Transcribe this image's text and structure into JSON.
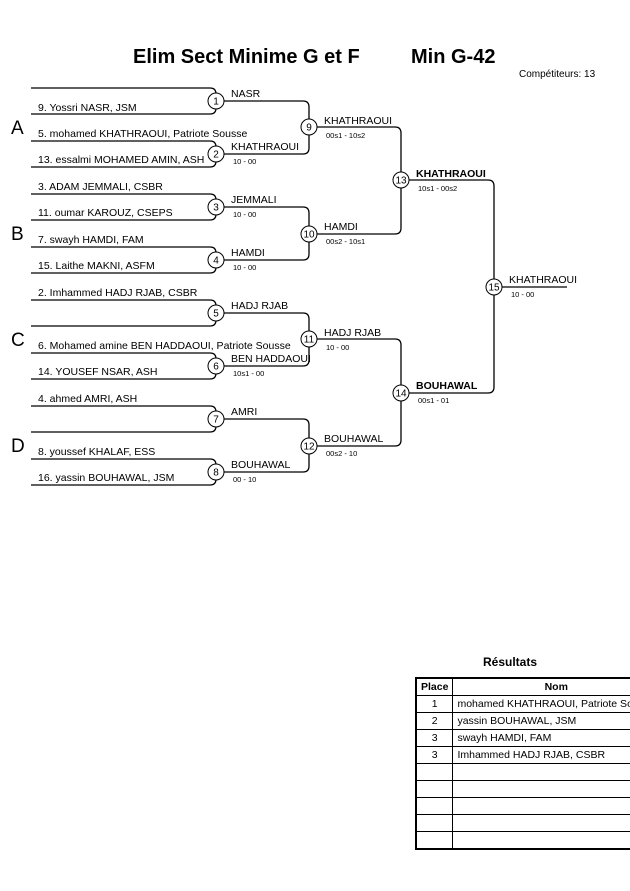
{
  "header": {
    "title": "Elim Sect Minime G et F",
    "category": "Min G-42",
    "competitors": "Compétiteurs: 13"
  },
  "pools": [
    "A",
    "B",
    "C",
    "D"
  ],
  "entries": [
    "9. Yossri NASR, JSM",
    "5. mohamed KHATHRAOUI, Patriote Sousse",
    "13. essalmi MOHAMED AMIN, ASH",
    "3. ADAM JEMMALI, CSBR",
    "11. oumar KAROUZ, CSEPS",
    "7. swayh HAMDI, FAM",
    "15. Laithe MAKNI, ASFM",
    "2. Imhammed HADJ RJAB, CSBR",
    "6. Mohamed amine BEN HADDAOUI, Patriote Sousse",
    "14. YOUSEF NSAR, ASH",
    "4. ahmed AMRI, ASH",
    "8. youssef KHALAF, ESS",
    "16. yassin BOUHAWAL, JSM"
  ],
  "matches": [
    {
      "num": "1",
      "winner": "NASR",
      "score": ""
    },
    {
      "num": "2",
      "winner": "KHATHRAOUI",
      "score": "10 - 00"
    },
    {
      "num": "3",
      "winner": "JEMMALI",
      "score": "10 - 00"
    },
    {
      "num": "4",
      "winner": "HAMDI",
      "score": "10 - 00"
    },
    {
      "num": "5",
      "winner": "HADJ RJAB",
      "score": ""
    },
    {
      "num": "6",
      "winner": "BEN HADDAOUI",
      "score": "10s1 - 00"
    },
    {
      "num": "7",
      "winner": "AMRI",
      "score": ""
    },
    {
      "num": "8",
      "winner": "BOUHAWAL",
      "score": "00 - 10"
    },
    {
      "num": "9",
      "winner": "KHATHRAOUI",
      "score": "00s1 - 10s2"
    },
    {
      "num": "10",
      "winner": "HAMDI",
      "score": "00s2 - 10s1"
    },
    {
      "num": "11",
      "winner": "HADJ RJAB",
      "score": "10 - 00"
    },
    {
      "num": "12",
      "winner": "BOUHAWAL",
      "score": "00s2 - 10"
    },
    {
      "num": "13",
      "winner": "KHATHRAOUI",
      "score": "10s1 - 00s2"
    },
    {
      "num": "14",
      "winner": "BOUHAWAL",
      "score": "00s1 - 01"
    },
    {
      "num": "15",
      "winner": "KHATHRAOUI",
      "score": "10 - 00"
    }
  ],
  "results": {
    "title": "Résultats",
    "col_place": "Place",
    "col_name": "Nom",
    "rows": [
      {
        "place": "1",
        "name": "mohamed KHATHRAOUI, Patriote Sousse"
      },
      {
        "place": "2",
        "name": "yassin BOUHAWAL, JSM"
      },
      {
        "place": "3",
        "name": "swayh HAMDI, FAM"
      },
      {
        "place": "3",
        "name": "Imhammed HADJ RJAB, CSBR"
      },
      {
        "place": "",
        "name": ""
      },
      {
        "place": "",
        "name": ""
      },
      {
        "place": "",
        "name": ""
      },
      {
        "place": "",
        "name": ""
      },
      {
        "place": "",
        "name": ""
      }
    ]
  }
}
